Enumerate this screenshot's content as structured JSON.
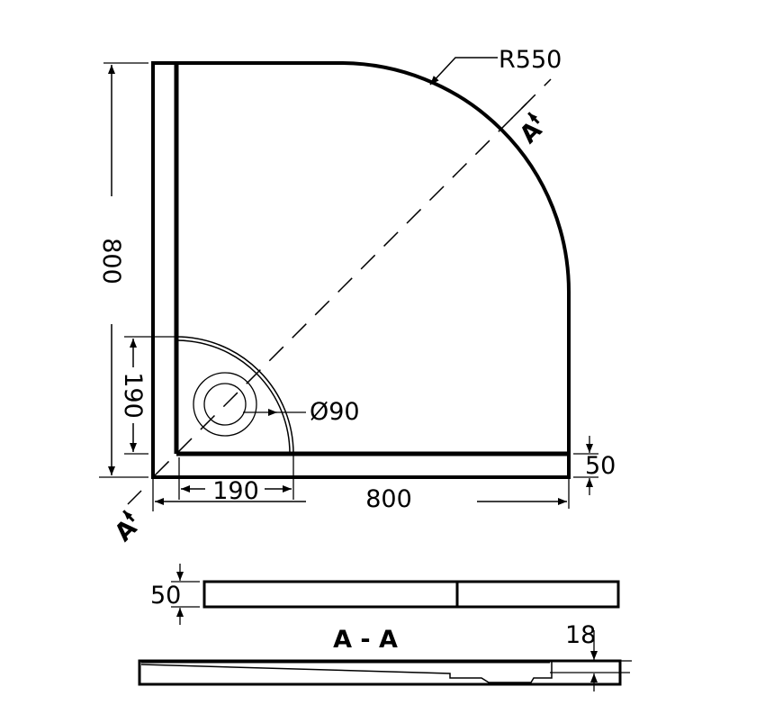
{
  "labels": {
    "radius": "R550",
    "drain_diameter": "Ø90",
    "height_overall": "800",
    "width_overall": "800",
    "drain_offset_vertical": "190",
    "drain_offset_horizontal": "190",
    "rim_width": "50",
    "tray_height": "50",
    "section_title": "A - A",
    "section_depth": "18",
    "section_marker_top": "A",
    "section_marker_bottom": "A"
  },
  "colors": {
    "line": "#000000",
    "background": "#ffffff"
  }
}
